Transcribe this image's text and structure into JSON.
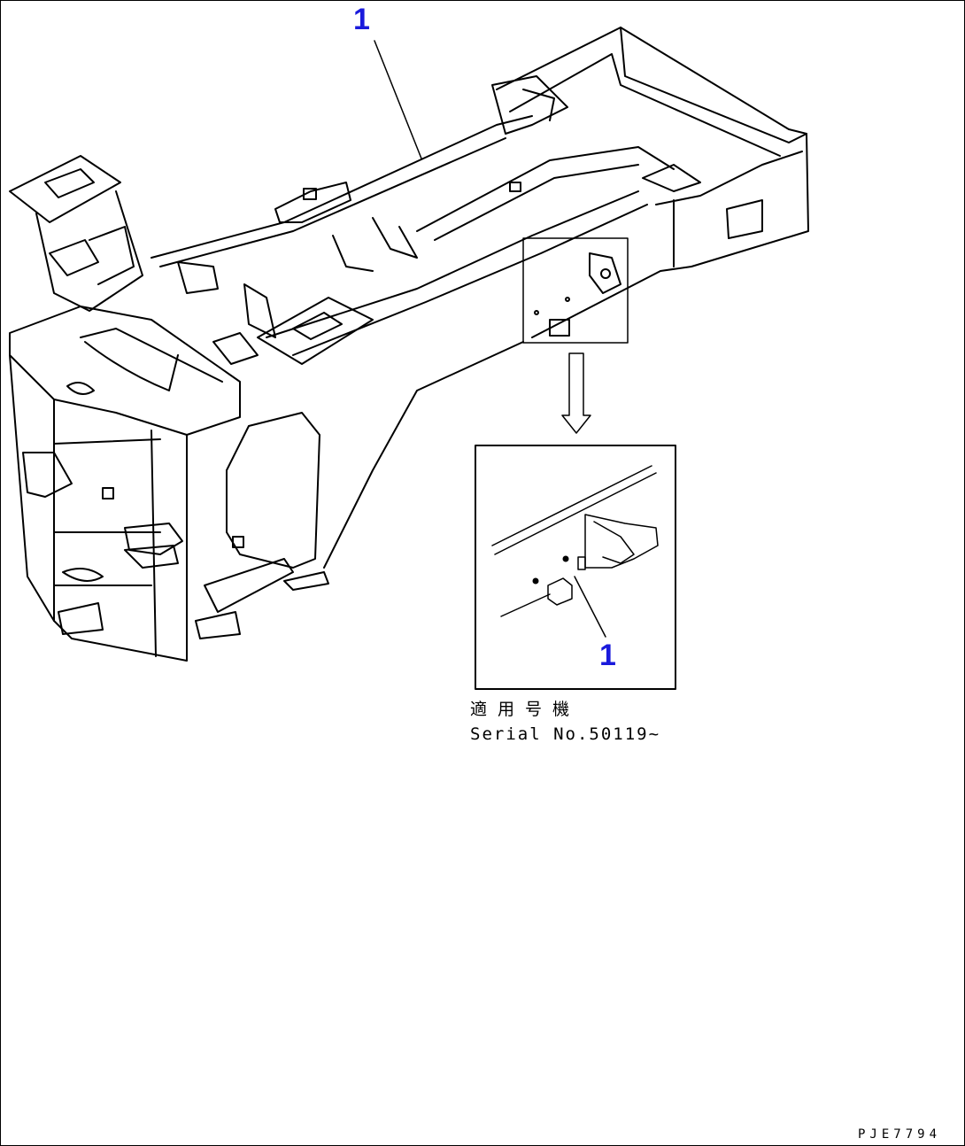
{
  "callout_color": "#1a1adc",
  "callouts": {
    "main": "1",
    "detail": "1"
  },
  "applicability": {
    "label_jp": "適用号機",
    "serial": "Serial No.50119~"
  },
  "drawing_code": "PJE7794"
}
